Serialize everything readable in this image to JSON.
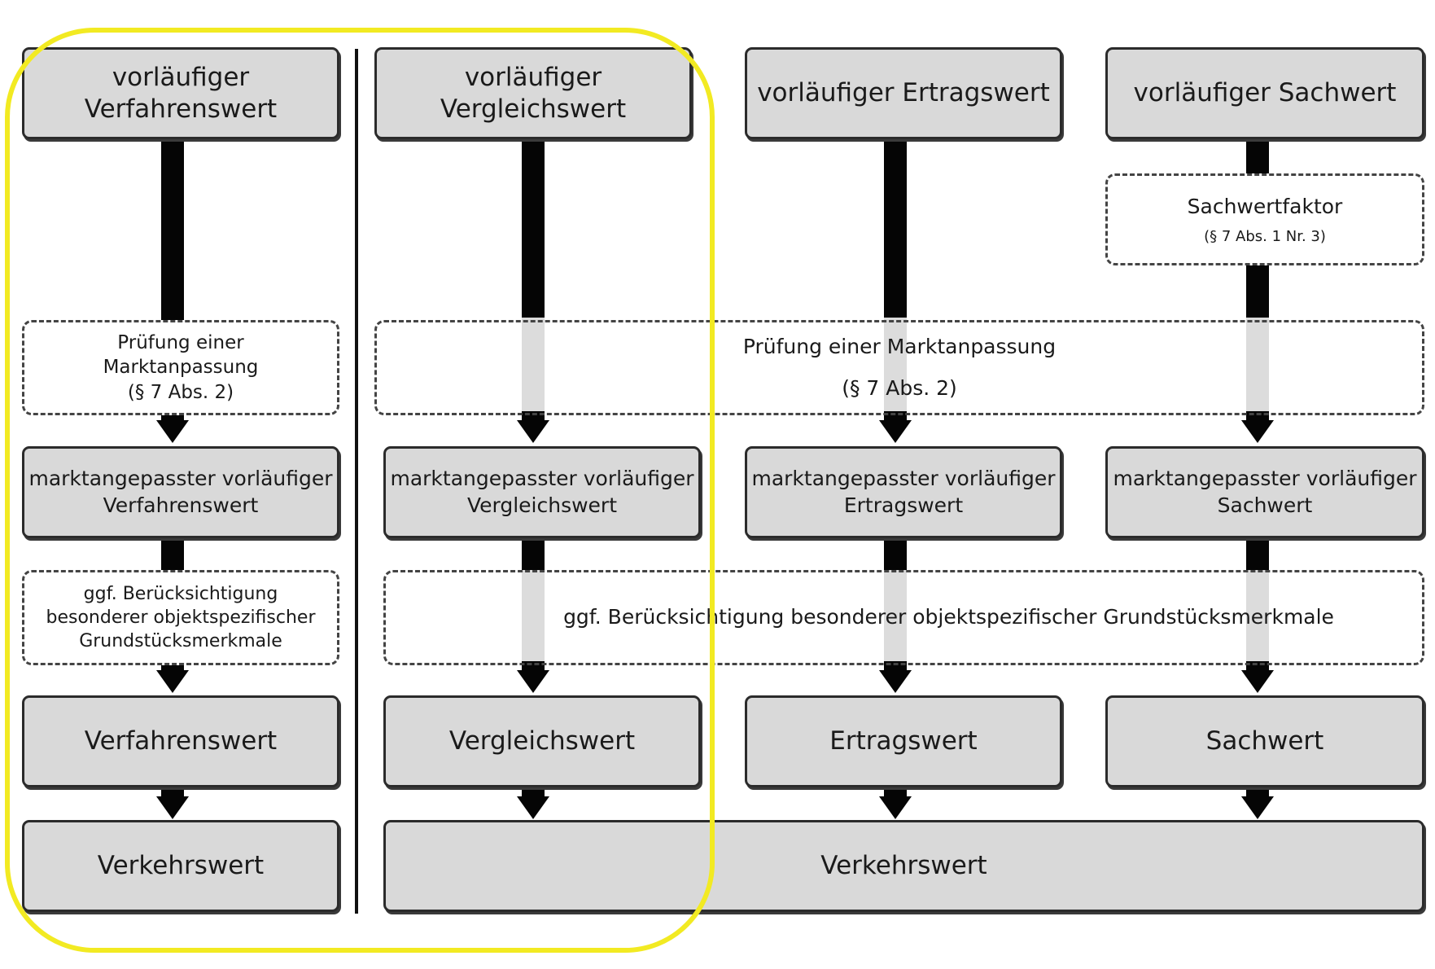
{
  "columns": {
    "verfahren": {
      "top": [
        "vorläufiger",
        "Verfahrenswert"
      ],
      "pruefung": [
        "Prüfung einer",
        "Marktanpassung",
        "(§ 7 Abs. 2)"
      ],
      "market": [
        "marktangepasster vorläufiger",
        "Verfahrenswert"
      ],
      "special": [
        "ggf. Berücksichtigung",
        "besonderer objektspezifischer",
        "Grundstücksmerkmale"
      ],
      "value": "Verfahrenswert",
      "verkehrswert": "Verkehrswert"
    },
    "vergleich": {
      "top": [
        "vorläufiger",
        "Vergleichswert"
      ],
      "market": [
        "marktangepasster vorläufiger",
        "Vergleichswert"
      ],
      "value": "Vergleichswert"
    },
    "ertrag": {
      "top": "vorläufiger Ertragswert",
      "market": [
        "marktangepasster vorläufiger",
        "Ertragswert"
      ],
      "value": "Ertragswert"
    },
    "sach": {
      "top": "vorläufiger Sachwert",
      "sachwertfaktor": "Sachwertfaktor",
      "sachwertfaktor_ref": "(§ 7 Abs. 1 Nr. 3)",
      "market": [
        "marktangepasster vorläufiger",
        "Sachwert"
      ],
      "value": "Sachwert"
    }
  },
  "shared": {
    "pruefung": "Prüfung einer Marktanpassung",
    "pruefung_ref": "(§ 7 Abs. 2)",
    "special": "ggf. Berücksichtigung besonderer objektspezifischer Grundstücksmerkmale",
    "verkehrswert": "Verkehrswert"
  },
  "colors": {
    "box_fill": "#d9d9d9",
    "highlight": "#f2ea22",
    "arrow": "#050505"
  }
}
